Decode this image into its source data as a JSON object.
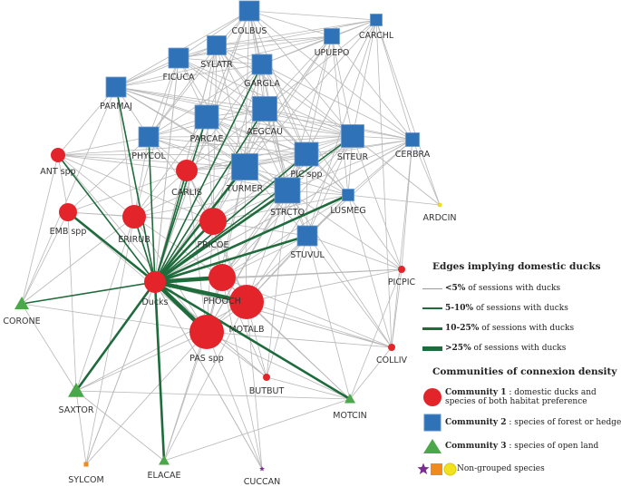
{
  "colors": {
    "community1": "#e3242b",
    "community2": "#2f72b8",
    "community3": "#4aa84a",
    "edge_gray": "#b8b8b8",
    "edge_duck": "#1e6b3c",
    "nongroup_star": "#7a2d8f",
    "nongroup_square": "#f08a1c",
    "nongroup_circle": "#f2e21c"
  },
  "nodes": [
    {
      "id": "COLBUS",
      "shape": "square",
      "community": 2,
      "size": 22
    },
    {
      "id": "CARCHL",
      "shape": "square",
      "community": 2,
      "size": 13
    },
    {
      "id": "UPUEPO",
      "shape": "square",
      "community": 2,
      "size": 17
    },
    {
      "id": "SYLATR",
      "shape": "square",
      "community": 2,
      "size": 21
    },
    {
      "id": "FICUCA",
      "shape": "square",
      "community": 2,
      "size": 22
    },
    {
      "id": "GARGLA",
      "shape": "square",
      "community": 2,
      "size": 22
    },
    {
      "id": "PARMAJ",
      "shape": "square",
      "community": 2,
      "size": 22
    },
    {
      "id": "AEGCAU",
      "shape": "square",
      "community": 2,
      "size": 27
    },
    {
      "id": "PARCAE",
      "shape": "square",
      "community": 2,
      "size": 26
    },
    {
      "id": "PHYCOL",
      "shape": "square",
      "community": 2,
      "size": 22
    },
    {
      "id": "SITEUR",
      "shape": "square",
      "community": 2,
      "size": 25
    },
    {
      "id": "CERBRA",
      "shape": "square",
      "community": 2,
      "size": 15
    },
    {
      "id": "PIC spp",
      "shape": "square",
      "community": 2,
      "size": 26
    },
    {
      "id": "TURMER",
      "shape": "square",
      "community": 2,
      "size": 29
    },
    {
      "id": "STRCTO",
      "shape": "square",
      "community": 2,
      "size": 28
    },
    {
      "id": "LUSMEG",
      "shape": "square",
      "community": 2,
      "size": 13
    },
    {
      "id": "STUVUL",
      "shape": "square",
      "community": 2,
      "size": 22
    },
    {
      "id": "ANT spp",
      "shape": "circle",
      "community": 1,
      "size": 8
    },
    {
      "id": "CARLIS",
      "shape": "circle",
      "community": 1,
      "size": 12
    },
    {
      "id": "EMB spp",
      "shape": "circle",
      "community": 1,
      "size": 10
    },
    {
      "id": "ERIRUB",
      "shape": "circle",
      "community": 1,
      "size": 13
    },
    {
      "id": "FRICOE",
      "shape": "circle",
      "community": 1,
      "size": 15
    },
    {
      "id": "Ducks",
      "shape": "circle",
      "community": 1,
      "size": 12
    },
    {
      "id": "PHOOCH",
      "shape": "circle",
      "community": 1,
      "size": 15
    },
    {
      "id": "MOTALB",
      "shape": "circle",
      "community": 1,
      "size": 19
    },
    {
      "id": "PAS spp",
      "shape": "circle",
      "community": 1,
      "size": 19
    },
    {
      "id": "PICPIC",
      "shape": "circle",
      "community": 1,
      "size": 4
    },
    {
      "id": "COLLIV",
      "shape": "circle",
      "community": 1,
      "size": 4
    },
    {
      "id": "BUTBUT",
      "shape": "circle",
      "community": 1,
      "size": 4
    },
    {
      "id": "CORONE",
      "shape": "triangle",
      "community": 3,
      "size": 8
    },
    {
      "id": "SAXTOR",
      "shape": "triangle",
      "community": 3,
      "size": 9
    },
    {
      "id": "MOTCIN",
      "shape": "triangle",
      "community": 3,
      "size": 6
    },
    {
      "id": "ELACAE",
      "shape": "triangle",
      "community": 3,
      "size": 6
    },
    {
      "id": "SYLCOM",
      "shape": "square",
      "community": 0,
      "size": 5
    },
    {
      "id": "CUCCAN",
      "shape": "star",
      "community": 0,
      "size": 3
    },
    {
      "id": "ARDCIN",
      "shape": "circle",
      "community": 0,
      "size": 2
    }
  ],
  "duck_edges": [
    {
      "target": "ANT spp",
      "class": 2
    },
    {
      "target": "EMB spp",
      "class": 3
    },
    {
      "target": "ERIRUB",
      "class": 2
    },
    {
      "target": "CARLIS",
      "class": 2
    },
    {
      "target": "FRICOE",
      "class": 3
    },
    {
      "target": "PHOOCH",
      "class": 4
    },
    {
      "target": "MOTALB",
      "class": 4
    },
    {
      "target": "PAS spp",
      "class": 4
    },
    {
      "target": "TURMER",
      "class": 3
    },
    {
      "target": "PIC spp",
      "class": 2
    },
    {
      "target": "STRCTO",
      "class": 3
    },
    {
      "target": "LUSMEG",
      "class": 3
    },
    {
      "target": "STUVUL",
      "class": 3
    },
    {
      "target": "GARGLA",
      "class": 2
    },
    {
      "target": "AEGCAU",
      "class": 2
    },
    {
      "target": "PARCAE",
      "class": 2
    },
    {
      "target": "PHYCOL",
      "class": 2
    },
    {
      "target": "PARMAJ",
      "class": 2
    },
    {
      "target": "SITEUR",
      "class": 2
    },
    {
      "target": "SAXTOR",
      "class": 3
    },
    {
      "target": "ELACAE",
      "class": 3
    },
    {
      "target": "MOTCIN",
      "class": 3
    },
    {
      "target": "CORONE",
      "class": 2
    },
    {
      "target": "PICPIC",
      "class": 1
    },
    {
      "target": "COLLIV",
      "class": 1
    },
    {
      "target": "BUTBUT",
      "class": 1
    },
    {
      "target": "CERBRA",
      "class": 1
    },
    {
      "target": "FICUCA",
      "class": 1
    },
    {
      "target": "SYLATR",
      "class": 1
    },
    {
      "target": "COLBUS",
      "class": 1
    },
    {
      "target": "UPUEPO",
      "class": 1
    },
    {
      "target": "SYLCOM",
      "class": 1
    },
    {
      "target": "CUCCAN",
      "class": 1
    }
  ],
  "edges": [
    [
      "ANT spp",
      "EMB spp"
    ],
    [
      "ANT spp",
      "ERIRUB"
    ],
    [
      "ANT spp",
      "PHYCOL"
    ],
    [
      "ANT spp",
      "PARMAJ"
    ],
    [
      "ANT spp",
      "CARLIS"
    ],
    [
      "ANT spp",
      "FRICOE"
    ],
    [
      "ANT spp",
      "CORONE"
    ],
    [
      "ANT spp",
      "TURMER"
    ],
    [
      "ANT spp",
      "SITEUR"
    ],
    [
      "ANT spp",
      "PIC spp"
    ],
    [
      "ANT spp",
      "PAS spp"
    ],
    [
      "EMB spp",
      "ERIRUB"
    ],
    [
      "EMB spp",
      "CORONE"
    ],
    [
      "EMB spp",
      "SAXTOR"
    ],
    [
      "EMB spp",
      "FRICOE"
    ],
    [
      "EMB spp",
      "PHYCOL"
    ],
    [
      "EMB spp",
      "PAS spp"
    ],
    [
      "EMB spp",
      "CARLIS"
    ],
    [
      "ERIRUB",
      "FRICOE"
    ],
    [
      "ERIRUB",
      "CARLIS"
    ],
    [
      "ERIRUB",
      "PHYCOL"
    ],
    [
      "ERIRUB",
      "PARCAE"
    ],
    [
      "ERIRUB",
      "PARMAJ"
    ],
    [
      "ERIRUB",
      "TURMER"
    ],
    [
      "ERIRUB",
      "PHOOCH"
    ],
    [
      "ERIRUB",
      "PAS spp"
    ],
    [
      "ERIRUB",
      "SAXTOR"
    ],
    [
      "ERIRUB",
      "FICUCA"
    ],
    [
      "ERIRUB",
      "STRCTO"
    ],
    [
      "CARLIS",
      "FRICOE"
    ],
    [
      "CARLIS",
      "TURMER"
    ],
    [
      "CARLIS",
      "PARCAE"
    ],
    [
      "CARLIS",
      "AEGCAU"
    ],
    [
      "CARLIS",
      "PHYCOL"
    ],
    [
      "CARLIS",
      "PIC spp"
    ],
    [
      "CARLIS",
      "STRCTO"
    ],
    [
      "CARLIS",
      "SITEUR"
    ],
    [
      "CARLIS",
      "GARGLA"
    ],
    [
      "CARLIS",
      "PAS spp"
    ],
    [
      "CARLIS",
      "MOTALB"
    ],
    [
      "FRICOE",
      "TURMER"
    ],
    [
      "FRICOE",
      "STRCTO"
    ],
    [
      "FRICOE",
      "PHOOCH"
    ],
    [
      "FRICOE",
      "MOTALB"
    ],
    [
      "FRICOE",
      "PAS spp"
    ],
    [
      "FRICOE",
      "PARCAE"
    ],
    [
      "FRICOE",
      "AEGCAU"
    ],
    [
      "FRICOE",
      "PIC spp"
    ],
    [
      "FRICOE",
      "SITEUR"
    ],
    [
      "FRICOE",
      "STUVUL"
    ],
    [
      "FRICOE",
      "LUSMEG"
    ],
    [
      "FRICOE",
      "GARGLA"
    ],
    [
      "FRICOE",
      "PHYCOL"
    ],
    [
      "FRICOE",
      "SYLATR"
    ],
    [
      "PHOOCH",
      "MOTALB"
    ],
    [
      "PHOOCH",
      "PAS spp"
    ],
    [
      "PHOOCH",
      "TURMER"
    ],
    [
      "PHOOCH",
      "STRCTO"
    ],
    [
      "PHOOCH",
      "STUVUL"
    ],
    [
      "PHOOCH",
      "PIC spp"
    ],
    [
      "PHOOCH",
      "LUSMEG"
    ],
    [
      "PHOOCH",
      "SITEUR"
    ],
    [
      "PHOOCH",
      "COLLIV"
    ],
    [
      "PHOOCH",
      "PICPIC"
    ],
    [
      "PHOOCH",
      "BUTBUT"
    ],
    [
      "PHOOCH",
      "MOTCIN"
    ],
    [
      "MOTALB",
      "PAS spp"
    ],
    [
      "MOTALB",
      "STUVUL"
    ],
    [
      "MOTALB",
      "STRCTO"
    ],
    [
      "MOTALB",
      "MOTCIN"
    ],
    [
      "MOTALB",
      "COLLIV"
    ],
    [
      "MOTALB",
      "PICPIC"
    ],
    [
      "MOTALB",
      "LUSMEG"
    ],
    [
      "MOTALB",
      "TURMER"
    ],
    [
      "MOTALB",
      "BUTBUT"
    ],
    [
      "MOTALB",
      "SITEUR"
    ],
    [
      "PAS spp",
      "SAXTOR"
    ],
    [
      "PAS spp",
      "ELACAE"
    ],
    [
      "PAS spp",
      "MOTCIN"
    ],
    [
      "PAS spp",
      "BUTBUT"
    ],
    [
      "PAS spp",
      "CUCCAN"
    ],
    [
      "PAS spp",
      "STUVUL"
    ],
    [
      "PAS spp",
      "TURMER"
    ],
    [
      "PAS spp",
      "STRCTO"
    ],
    [
      "PAS spp",
      "SYLCOM"
    ],
    [
      "PAS spp",
      "COLLIV"
    ],
    [
      "PAS spp",
      "PIC spp"
    ],
    [
      "PARMAJ",
      "FICUCA"
    ],
    [
      "PARMAJ",
      "SYLATR"
    ],
    [
      "PARMAJ",
      "GARGLA"
    ],
    [
      "PARMAJ",
      "AEGCAU"
    ],
    [
      "PARMAJ",
      "PARCAE"
    ],
    [
      "PARMAJ",
      "PHYCOL"
    ],
    [
      "PARMAJ",
      "COLBUS"
    ],
    [
      "PARMAJ",
      "TURMER"
    ],
    [
      "PARMAJ",
      "SITEUR"
    ],
    [
      "PARMAJ",
      "PIC spp"
    ],
    [
      "PARMAJ",
      "UPUEPO"
    ],
    [
      "PARMAJ",
      "STRCTO"
    ],
    [
      "PARMAJ",
      "CERBRA"
    ],
    [
      "FICUCA",
      "SYLATR"
    ],
    [
      "FICUCA",
      "COLBUS"
    ],
    [
      "FICUCA",
      "GARGLA"
    ],
    [
      "FICUCA",
      "AEGCAU"
    ],
    [
      "FICUCA",
      "PARCAE"
    ],
    [
      "FICUCA",
      "PHYCOL"
    ],
    [
      "FICUCA",
      "TURMER"
    ],
    [
      "FICUCA",
      "UPUEPO"
    ],
    [
      "FICUCA",
      "SITEUR"
    ],
    [
      "FICUCA",
      "CARCHL"
    ],
    [
      "FICUCA",
      "PIC spp"
    ],
    [
      "SYLATR",
      "COLBUS"
    ],
    [
      "SYLATR",
      "GARGLA"
    ],
    [
      "SYLATR",
      "AEGCAU"
    ],
    [
      "SYLATR",
      "PARCAE"
    ],
    [
      "SYLATR",
      "UPUEPO"
    ],
    [
      "SYLATR",
      "TURMER"
    ],
    [
      "SYLATR",
      "SITEUR"
    ],
    [
      "SYLATR",
      "PIC spp"
    ],
    [
      "SYLATR",
      "PHYCOL"
    ],
    [
      "SYLATR",
      "CARCHL"
    ],
    [
      "SYLATR",
      "STRCTO"
    ],
    [
      "COLBUS",
      "GARGLA"
    ],
    [
      "COLBUS",
      "UPUEPO"
    ],
    [
      "COLBUS",
      "CARCHL"
    ],
    [
      "COLBUS",
      "AEGCAU"
    ],
    [
      "COLBUS",
      "SITEUR"
    ],
    [
      "COLBUS",
      "PIC spp"
    ],
    [
      "COLBUS",
      "TURMER"
    ],
    [
      "COLBUS",
      "PARCAE"
    ],
    [
      "COLBUS",
      "STRCTO"
    ],
    [
      "COLBUS",
      "CERBRA"
    ],
    [
      "COLBUS",
      "PHYCOL"
    ],
    [
      "UPUEPO",
      "CARCHL"
    ],
    [
      "UPUEPO",
      "GARGLA"
    ],
    [
      "UPUEPO",
      "AEGCAU"
    ],
    [
      "UPUEPO",
      "SITEUR"
    ],
    [
      "UPUEPO",
      "PIC spp"
    ],
    [
      "UPUEPO",
      "TURMER"
    ],
    [
      "UPUEPO",
      "CERBRA"
    ],
    [
      "UPUEPO",
      "STRCTO"
    ],
    [
      "UPUEPO",
      "LUSMEG"
    ],
    [
      "CARCHL",
      "SITEUR"
    ],
    [
      "CARCHL",
      "CERBRA"
    ],
    [
      "CARCHL",
      "PIC spp"
    ],
    [
      "CARCHL",
      "AEGCAU"
    ],
    [
      "CARCHL",
      "GARGLA"
    ],
    [
      "CARCHL",
      "STRCTO"
    ],
    [
      "CARCHL",
      "STUVUL"
    ],
    [
      "CARCHL",
      "COLLIV"
    ],
    [
      "CARCHL",
      "TURMER"
    ],
    [
      "CARCHL",
      "ARDCIN"
    ],
    [
      "GARGLA",
      "AEGCAU"
    ],
    [
      "GARGLA",
      "PARCAE"
    ],
    [
      "GARGLA",
      "TURMER"
    ],
    [
      "GARGLA",
      "PIC spp"
    ],
    [
      "GARGLA",
      "SITEUR"
    ],
    [
      "GARGLA",
      "STRCTO"
    ],
    [
      "GARGLA",
      "PHYCOL"
    ],
    [
      "GARGLA",
      "CERBRA"
    ],
    [
      "GARGLA",
      "LUSMEG"
    ],
    [
      "AEGCAU",
      "PARCAE"
    ],
    [
      "AEGCAU",
      "TURMER"
    ],
    [
      "AEGCAU",
      "PIC spp"
    ],
    [
      "AEGCAU",
      "SITEUR"
    ],
    [
      "AEGCAU",
      "STRCTO"
    ],
    [
      "AEGCAU",
      "PHYCOL"
    ],
    [
      "AEGCAU",
      "LUSMEG"
    ],
    [
      "AEGCAU",
      "CERBRA"
    ],
    [
      "AEGCAU",
      "STUVUL"
    ],
    [
      "PARCAE",
      "PHYCOL"
    ],
    [
      "PARCAE",
      "TURMER"
    ],
    [
      "PARCAE",
      "PIC spp"
    ],
    [
      "PARCAE",
      "STRCTO"
    ],
    [
      "PARCAE",
      "SITEUR"
    ],
    [
      "PARCAE",
      "LUSMEG"
    ],
    [
      "PHYCOL",
      "TURMER"
    ],
    [
      "PHYCOL",
      "STRCTO"
    ],
    [
      "PHYCOL",
      "PIC spp"
    ],
    [
      "PHYCOL",
      "SITEUR"
    ],
    [
      "TURMER",
      "PIC spp"
    ],
    [
      "TURMER",
      "STRCTO"
    ],
    [
      "TURMER",
      "SITEUR"
    ],
    [
      "TURMER",
      "LUSMEG"
    ],
    [
      "TURMER",
      "STUVUL"
    ],
    [
      "TURMER",
      "CERBRA"
    ],
    [
      "PIC spp",
      "SITEUR"
    ],
    [
      "PIC spp",
      "STRCTO"
    ],
    [
      "PIC spp",
      "LUSMEG"
    ],
    [
      "PIC spp",
      "CERBRA"
    ],
    [
      "PIC spp",
      "STUVUL"
    ],
    [
      "SITEUR",
      "CERBRA"
    ],
    [
      "SITEUR",
      "LUSMEG"
    ],
    [
      "SITEUR",
      "STRCTO"
    ],
    [
      "SITEUR",
      "STUVUL"
    ],
    [
      "SITEUR",
      "ARDCIN"
    ],
    [
      "SITEUR",
      "PICPIC"
    ],
    [
      "STRCTO",
      "LUSMEG"
    ],
    [
      "STRCTO",
      "STUVUL"
    ],
    [
      "STRCTO",
      "CERBRA"
    ],
    [
      "STRCTO",
      "PICPIC"
    ],
    [
      "STRCTO",
      "COLLIV"
    ],
    [
      "STRCTO",
      "BUTBUT"
    ],
    [
      "LUSMEG",
      "STUVUL"
    ],
    [
      "LUSMEG",
      "CERBRA"
    ],
    [
      "LUSMEG",
      "PICPIC"
    ],
    [
      "LUSMEG",
      "COLLIV"
    ],
    [
      "LUSMEG",
      "ARDCIN"
    ],
    [
      "STUVUL",
      "PICPIC"
    ],
    [
      "STUVUL",
      "COLLIV"
    ],
    [
      "STUVUL",
      "BUTBUT"
    ],
    [
      "STUVUL",
      "MOTCIN"
    ],
    [
      "STUVUL",
      "CERBRA"
    ],
    [
      "CERBRA",
      "PICPIC"
    ],
    [
      "CERBRA",
      "ARDCIN"
    ],
    [
      "CERBRA",
      "COLLIV"
    ],
    [
      "CORONE",
      "SAXTOR"
    ],
    [
      "CORONE",
      "PARMAJ"
    ],
    [
      "CORONE",
      "ERIRUB"
    ],
    [
      "CORONE",
      "PAS spp"
    ],
    [
      "SAXTOR",
      "ELACAE"
    ],
    [
      "SAXTOR",
      "SYLCOM"
    ],
    [
      "SAXTOR",
      "MOTCIN"
    ],
    [
      "SAXTOR",
      "MOTALB"
    ],
    [
      "ELACAE",
      "MOTCIN"
    ],
    [
      "ELACAE",
      "MOTALB"
    ],
    [
      "ELACAE",
      "PHOOCH"
    ],
    [
      "MOTCIN",
      "COLLIV"
    ],
    [
      "MOTCIN",
      "BUTBUT"
    ],
    [
      "MOTCIN",
      "PICPIC"
    ],
    [
      "CUCCAN",
      "MOTALB"
    ],
    [
      "CUCCAN",
      "PHOOCH"
    ],
    [
      "SYLCOM",
      "ERIRUB"
    ],
    [
      "PICPIC",
      "COLLIV"
    ]
  ],
  "legend": {
    "edges_title": "Edges implying domestic ducks",
    "edge_items": [
      {
        "pct": "<5%",
        "rest": " of sessions with ducks",
        "width": 1
      },
      {
        "pct": "5-10%",
        "rest": " of sessions with ducks",
        "width": 2
      },
      {
        "pct": "10-25%",
        "rest": " of sessions with ducks",
        "width": 3
      },
      {
        "pct": ">25%",
        "rest": " of sessions with ducks",
        "width": 5
      }
    ],
    "communities_title": "Communities of connexion density",
    "community1_bold": "Community 1",
    "community1_text": " : domestic ducks and",
    "community1_text2": "species of both habitat preference",
    "community2_bold": "Community 2",
    "community2_text": " : species of forest or hedges",
    "community3_bold": "Community 3",
    "community3_text": " : species of open land",
    "nongroup_text": "Non-grouped species"
  }
}
